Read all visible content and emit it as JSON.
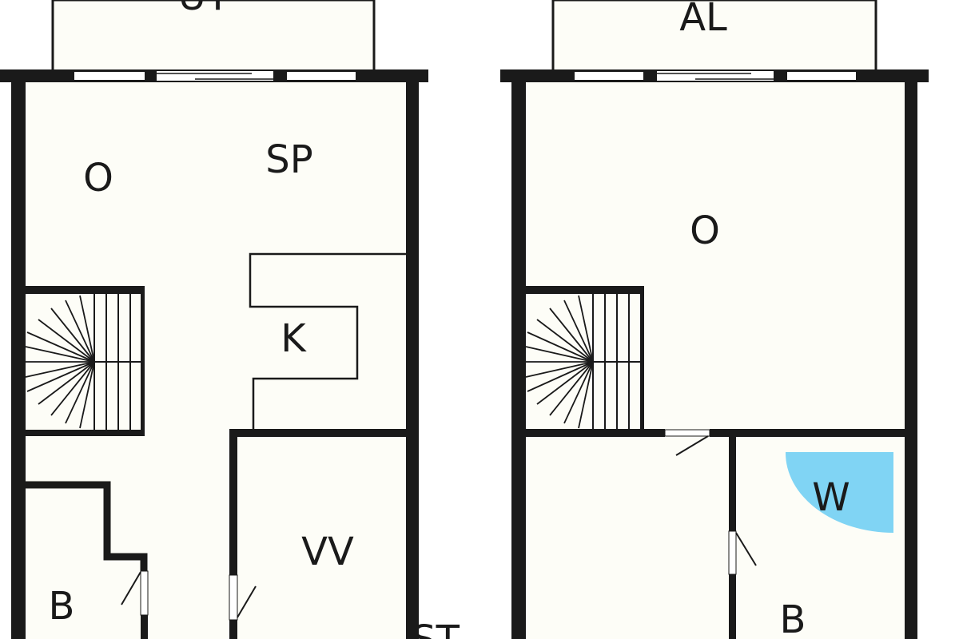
{
  "colors": {
    "wall": "#1a1a1a",
    "floor": "#fdfdf7",
    "window": "#ffffff",
    "shower": "#80d4f4",
    "background": "#ffffff"
  },
  "plans": [
    {
      "name": "left-floor",
      "labels": {
        "balcony": "UT",
        "living": "O",
        "dining": "SP",
        "kitchen": "K",
        "laundry": "VV",
        "bath": "B",
        "storage": "ST"
      }
    },
    {
      "name": "right-floor",
      "labels": {
        "balcony": "AL",
        "living": "O",
        "wardrobe": "W",
        "bath": "B"
      }
    }
  ]
}
